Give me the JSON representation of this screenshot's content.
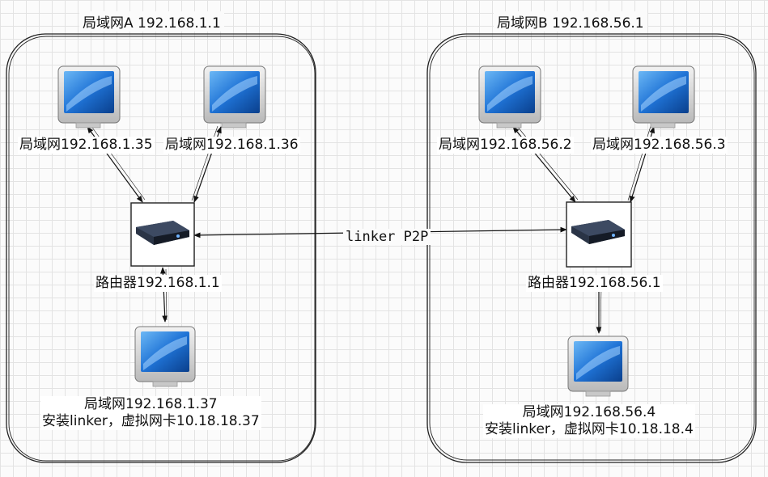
{
  "network_a": {
    "title": "局域网A 192.168.1.1",
    "pc1_label": "局域网192.168.1.35",
    "pc2_label": "局域网192.168.1.36",
    "router_label": "路由器192.168.1.1",
    "pc3_label_line1": "局域网192.168.1.37",
    "pc3_label_line2": "安装linker，虚拟网卡10.18.18.37"
  },
  "network_b": {
    "title": "局域网B 192.168.56.1",
    "pc1_label": "局域网192.168.56.2",
    "pc2_label": "局域网192.168.56.3",
    "router_label": "路由器192.168.56.1",
    "pc3_label_line1": "局域网192.168.56.4",
    "pc3_label_line2": "安装linker，虚拟网卡10.18.18.4"
  },
  "link": {
    "label": "linker P2P"
  },
  "colors": {
    "screen_blue": "#1f73d6",
    "router_dark": "#1c2433",
    "line": "#111111"
  }
}
